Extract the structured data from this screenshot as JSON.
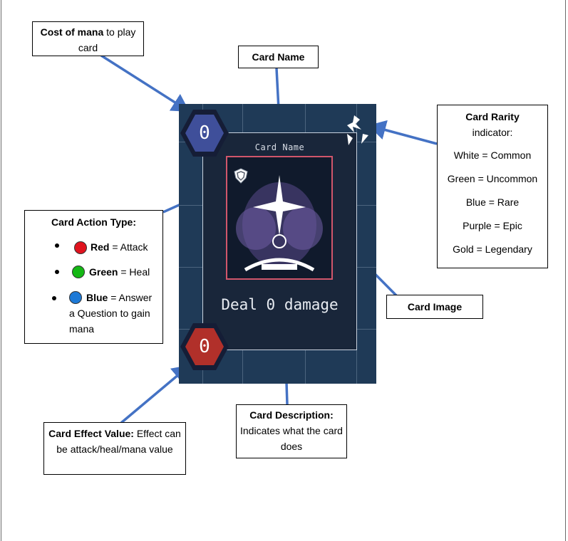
{
  "card": {
    "name": "Card Name",
    "description": "Deal 0 damage",
    "mana_cost": "0",
    "effect_value": "0",
    "colors": {
      "background": "#1f3a57",
      "mana_hex": "#3f4f9a",
      "effect_hex": "#b1302a",
      "image_border": "#d1566b"
    }
  },
  "callouts": {
    "cost": {
      "bold": "Cost of mana",
      "rest": " to play card"
    },
    "name": {
      "bold": "Card Name"
    },
    "rarity": {
      "bold": "Card Rarity",
      "rest": "indicator:",
      "items": [
        "White = Common",
        "Green = Uncommon",
        "Blue = Rare",
        "Purple = Epic",
        "Gold = Legendary"
      ]
    },
    "action": {
      "title": "Card Action Type:",
      "items": [
        {
          "bold": "Red",
          "rest": " = Attack",
          "color": "#e0131e"
        },
        {
          "bold": "Green",
          "rest": " = Heal",
          "color": "#14b814"
        },
        {
          "bold": "Blue",
          "rest": " = Answer a Question to gain mana",
          "color": "#1d79d6"
        }
      ]
    },
    "image": {
      "bold": "Card Image"
    },
    "description": {
      "bold": "Card Description:",
      "rest": "Indicates what the card does"
    },
    "effect": {
      "bold": "Card Effect Value:",
      "rest": " Effect can be attack/heal/mana value"
    }
  },
  "icons": [
    "shield-icon",
    "rarity-icon",
    "mana-hexagon",
    "effect-hexagon"
  ]
}
